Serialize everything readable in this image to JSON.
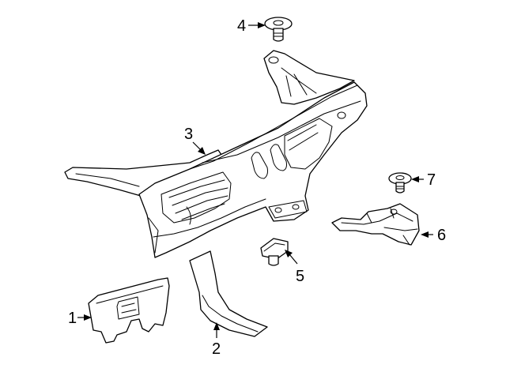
{
  "diagram": {
    "callouts": [
      {
        "label": "1"
      },
      {
        "label": "2"
      },
      {
        "label": "3"
      },
      {
        "label": "4"
      },
      {
        "label": "5"
      },
      {
        "label": "6"
      },
      {
        "label": "7"
      }
    ]
  }
}
